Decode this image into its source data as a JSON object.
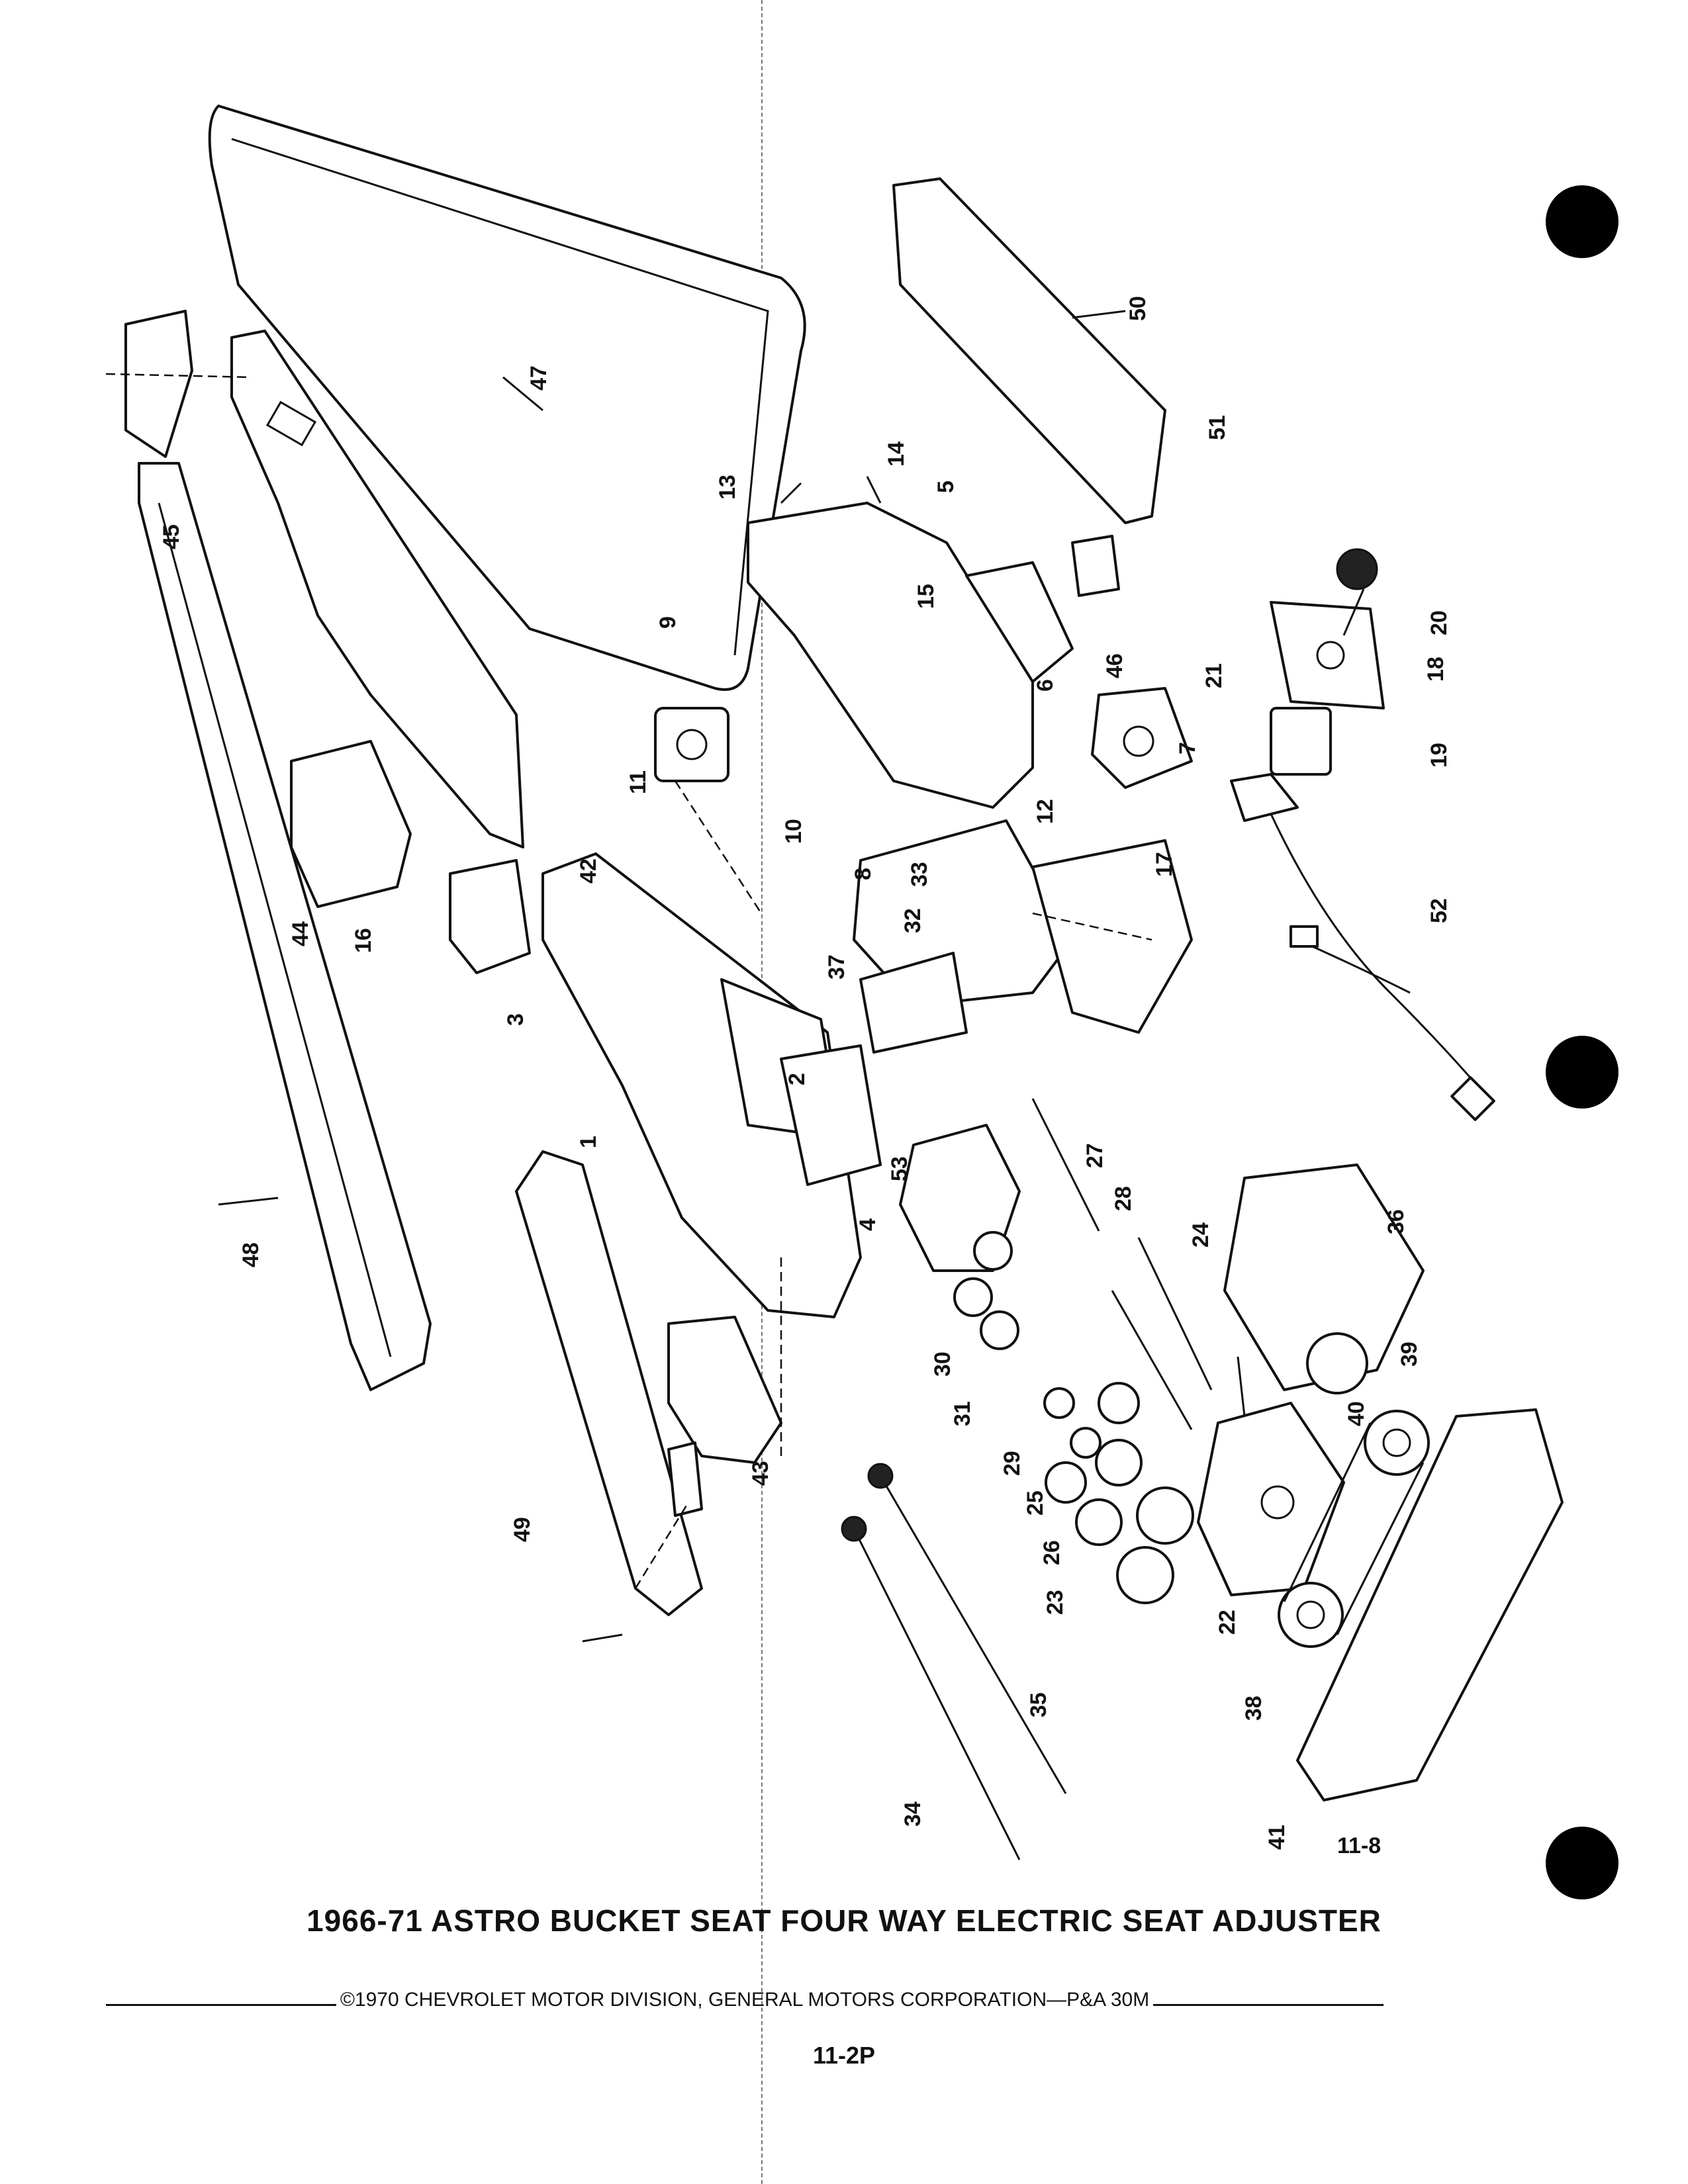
{
  "figure_id": "11-8",
  "title": "1966-71 ASTRO BUCKET SEAT FOUR WAY ELECTRIC SEAT ADJUSTER",
  "footer": "©1970 CHEVROLET MOTOR DIVISION, GENERAL MOTORS CORPORATION—P&A 30M",
  "page_number": "11-2P",
  "callouts": [
    "1",
    "2",
    "3",
    "4",
    "5",
    "6",
    "7",
    "8",
    "9",
    "10",
    "11",
    "12",
    "13",
    "14",
    "15",
    "16",
    "17",
    "18",
    "19",
    "20",
    "21",
    "22",
    "23",
    "24",
    "25",
    "26",
    "27",
    "28",
    "29",
    "30",
    "31",
    "32",
    "33",
    "34",
    "35",
    "36",
    "37",
    "38",
    "39",
    "40",
    "41",
    "42",
    "43",
    "44",
    "45",
    "46",
    "47",
    "48",
    "49",
    "50",
    "51",
    "52",
    "53"
  ]
}
